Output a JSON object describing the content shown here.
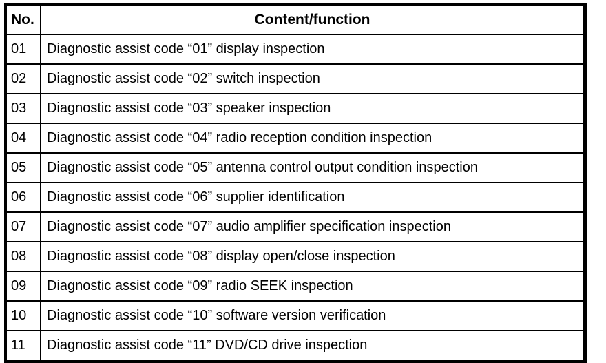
{
  "colors": {
    "border": "#000000",
    "text": "#000000",
    "background": "#ffffff"
  },
  "table": {
    "header": {
      "no": "No.",
      "content": "Content/function"
    },
    "rows": [
      {
        "no": "01",
        "content": "Diagnostic assist code “01” display inspection"
      },
      {
        "no": "02",
        "content": "Diagnostic assist code “02” switch inspection"
      },
      {
        "no": "03",
        "content": "Diagnostic assist code “03” speaker inspection"
      },
      {
        "no": "04",
        "content": "Diagnostic assist code “04” radio reception condition inspection"
      },
      {
        "no": "05",
        "content": "Diagnostic assist code “05” antenna control output condition inspection"
      },
      {
        "no": "06",
        "content": "Diagnostic assist code “06” supplier identification"
      },
      {
        "no": "07",
        "content": "Diagnostic assist code “07” audio amplifier specification inspection"
      },
      {
        "no": "08",
        "content": "Diagnostic assist code “08” display open/close inspection"
      },
      {
        "no": "09",
        "content": "Diagnostic assist code “09” radio SEEK inspection"
      },
      {
        "no": "10",
        "content": "Diagnostic assist code “10” software version verification"
      },
      {
        "no": "11",
        "content": "Diagnostic assist code “11” DVD/CD drive inspection"
      }
    ]
  }
}
